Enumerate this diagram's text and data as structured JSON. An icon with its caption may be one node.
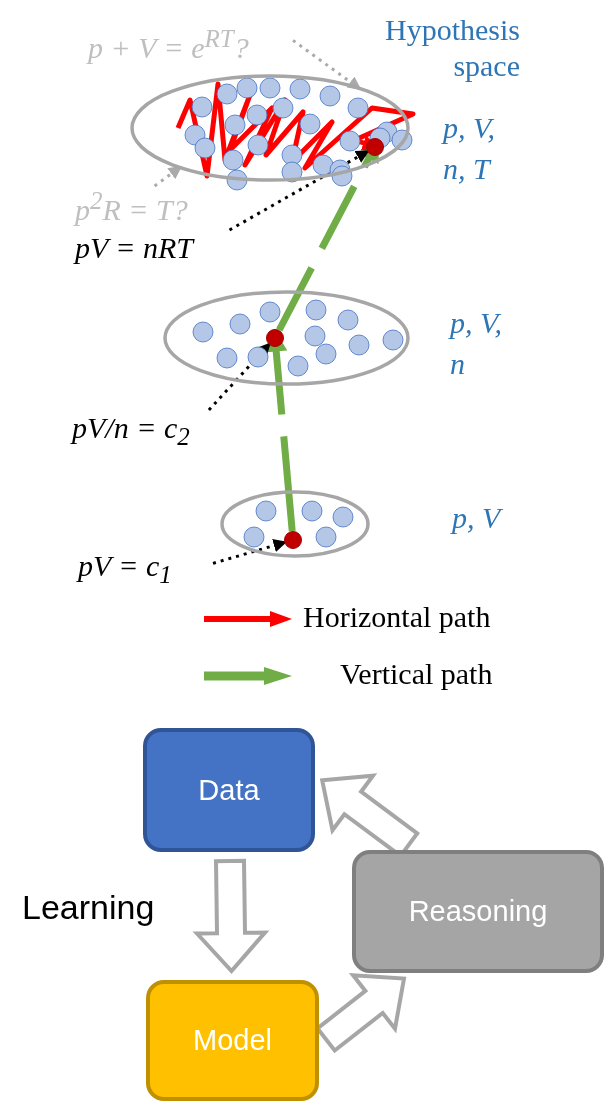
{
  "diagram": {
    "nodes": [
      {
        "text": [],
        "shape": "ellipse",
        "beside": [
          "p, V, n, T"
        ]
      },
      {
        "text": [],
        "shape": "circle",
        "in": 0
      },
      {
        "text": [
          "p + V = e$^{RT}$?"
        ]
      },
      {
        "text": [
          "p$^{2}$R = T?"
        ]
      },
      {
        "text": [
          "pV = nRT"
        ]
      },
      {
        "text": [],
        "shape": "ellipse",
        "beside": [
          "p, V, n"
        ]
      },
      {
        "text": [],
        "shape": "circle",
        "in": 5
      },
      {
        "text": [
          "pV/n = c$_{2}$"
        ]
      },
      {
        "text": [],
        "shape": "ellipse",
        "beside": [
          "p, V"
        ]
      },
      {
        "text": [],
        "shape": "circle",
        "in": 8
      },
      {
        "text": [
          "pV = c$_{1}$"
        ]
      },
      {
        "text": [
          "Data"
        ]
      },
      {
        "text": [
          "Reasoning"
        ]
      },
      {
        "text": [
          "Model"
        ]
      }
    ],
    "edges": [
      {
        "from": 9,
        "to": 6,
        "arrow": "to",
        "style": "dashed",
        "color": "#70ad47"
      },
      {
        "from": 6,
        "to": 1,
        "arrow": "to",
        "style": "dashed",
        "color": "#70ad47"
      },
      {
        "from": null,
        "to": 1,
        "arrow": "to",
        "color": "#ff0000"
      },
      {
        "from": 2,
        "to": 0,
        "arrow": "to",
        "style": "dashed",
        "color": "#aaaaaa"
      },
      {
        "from": 3,
        "to": 0,
        "arrow": "to",
        "style": "dashed",
        "color": "#aaaaaa"
      },
      {
        "from": 4,
        "to": 1,
        "arrow": "to",
        "style": "dashed"
      },
      {
        "from": 7,
        "to": 6,
        "arrow": "to",
        "style": "dashed"
      },
      {
        "from": 10,
        "to": 9,
        "arrow": "to",
        "style": "dashed"
      },
      {
        "from": 11,
        "to": 13,
        "arrow": "to",
        "label": "Learning",
        "style": "thick",
        "color": "#a6a6a6"
      },
      {
        "from": 13,
        "to": 12,
        "arrow": "to",
        "style": "thick",
        "color": "#a6a6a6"
      },
      {
        "from": 12,
        "to": 11,
        "arrow": "to",
        "style": "thick",
        "color": "#a6a6a6"
      }
    ],
    "labels": [
      "Hypothesis space"
    ],
    "legend": [
      {
        "text": "Horizontal path"
      },
      {
        "text": "Vertical path"
      }
    ]
  }
}
